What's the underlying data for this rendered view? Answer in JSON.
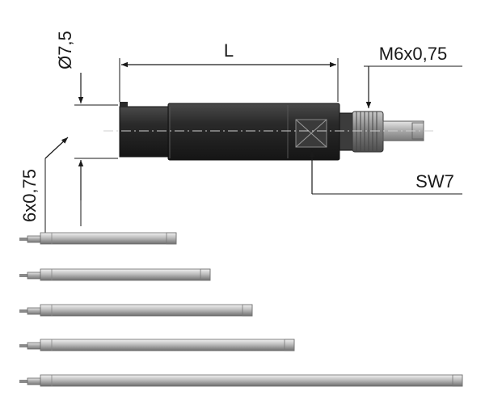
{
  "labels": {
    "length": "L",
    "diameter": "Ø7,5",
    "thread_right": "M6x0,75",
    "thread_left": "6x0,75",
    "wrench_size": "SW7"
  },
  "colors": {
    "line": "#1a1a1a",
    "body_dark": "#2b2b2b",
    "thread": "#8a8a8a",
    "rod": "#b5b5b5"
  },
  "extension_rods": [
    {
      "name": "extension-rod-1"
    },
    {
      "name": "extension-rod-2"
    },
    {
      "name": "extension-rod-3"
    },
    {
      "name": "extension-rod-4"
    },
    {
      "name": "extension-rod-5"
    }
  ]
}
